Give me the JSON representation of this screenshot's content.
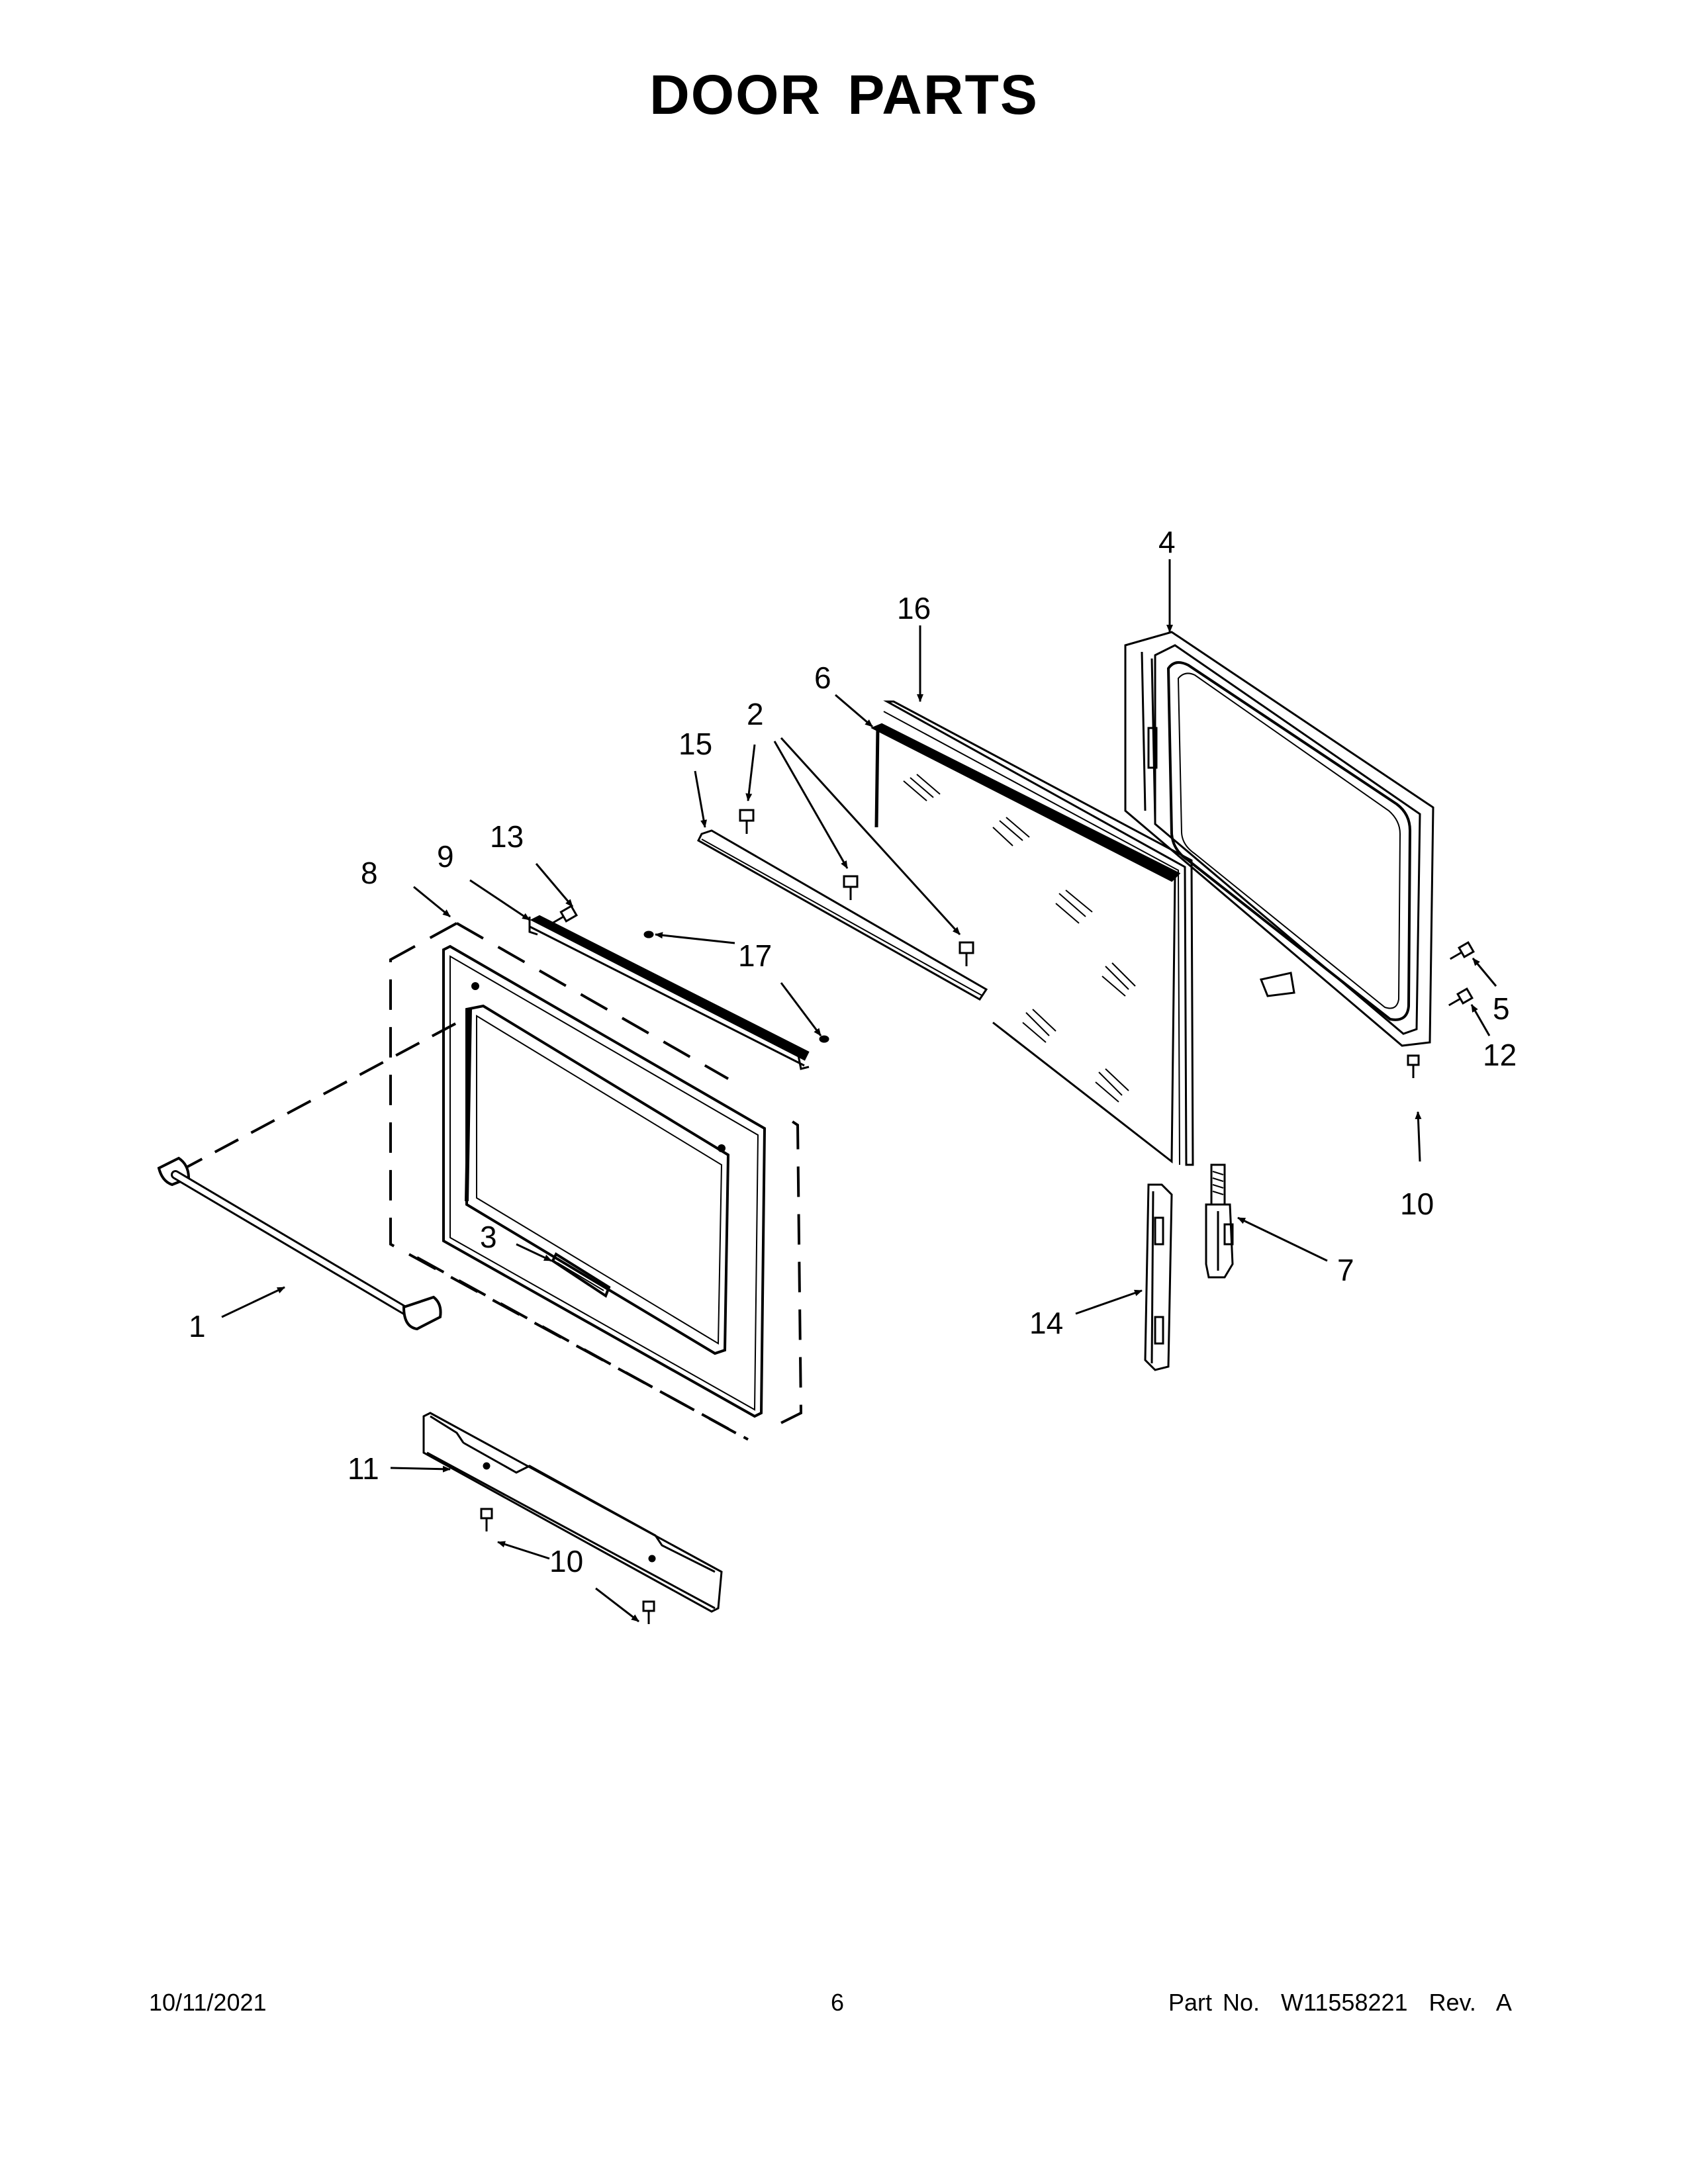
{
  "title": "DOOR PARTS",
  "callouts": [
    {
      "id": "c1",
      "label": "1"
    },
    {
      "id": "c2",
      "label": "2"
    },
    {
      "id": "c3",
      "label": "3"
    },
    {
      "id": "c4",
      "label": "4"
    },
    {
      "id": "c5",
      "label": "5"
    },
    {
      "id": "c6",
      "label": "6"
    },
    {
      "id": "c7",
      "label": "7"
    },
    {
      "id": "c8",
      "label": "8"
    },
    {
      "id": "c9",
      "label": "9"
    },
    {
      "id": "c10a",
      "label": "10"
    },
    {
      "id": "c10b",
      "label": "10"
    },
    {
      "id": "c11",
      "label": "11"
    },
    {
      "id": "c12",
      "label": "12"
    },
    {
      "id": "c13",
      "label": "13"
    },
    {
      "id": "c14",
      "label": "14"
    },
    {
      "id": "c15",
      "label": "15"
    },
    {
      "id": "c16",
      "label": "16"
    },
    {
      "id": "c17",
      "label": "17"
    }
  ],
  "footer": {
    "date": "10/11/2021",
    "page": "6",
    "part_no": "Part No.  W11558221  Rev.  A"
  }
}
